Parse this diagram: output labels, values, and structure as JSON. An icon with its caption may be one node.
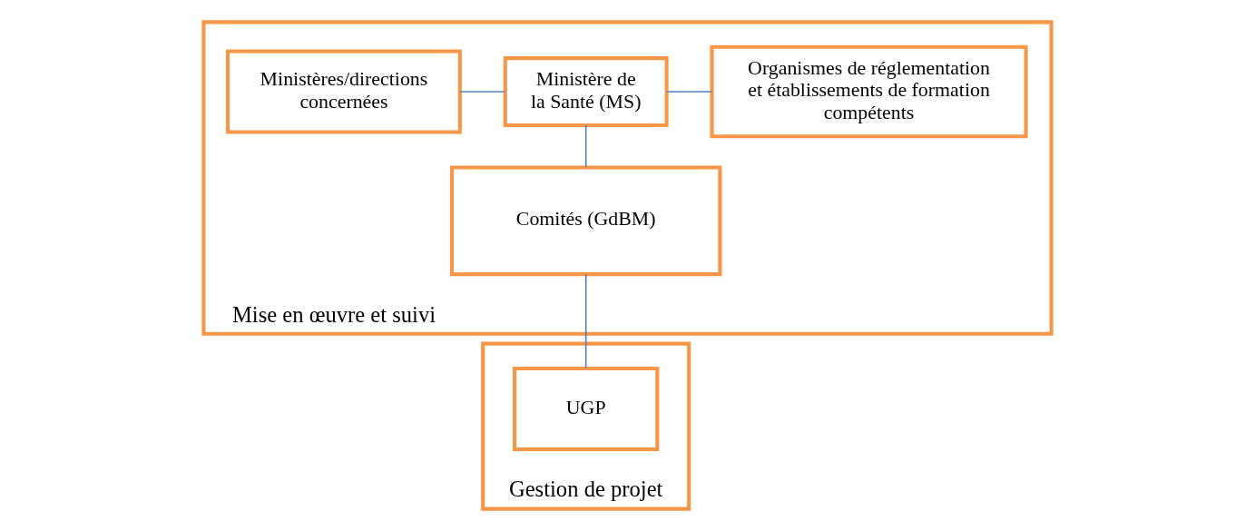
{
  "diagram": {
    "nodes": [
      {
        "text": [
          "Mise en œuvre et suivi"
        ]
      },
      {
        "text": [
          "Ministères/directions concernées"
        ],
        "in": 0
      },
      {
        "text": [
          "Ministère de la Santé (MS)"
        ],
        "in": 0
      },
      {
        "text": [
          "Organismes de réglementation et établissements de formation compétents"
        ],
        "in": 0
      },
      {
        "text": [
          "Comités (GdBM)"
        ],
        "in": 0
      },
      {
        "text": [
          "Gestion de projet"
        ]
      },
      {
        "text": [
          "UGP"
        ],
        "in": 5
      }
    ],
    "edges": [
      {
        "from": 1,
        "to": 2,
        "arrow": "none"
      },
      {
        "from": 2,
        "to": 3,
        "arrow": "none"
      },
      {
        "from": 2,
        "to": 4,
        "arrow": "none"
      },
      {
        "from": 4,
        "to": 6,
        "arrow": "none"
      }
    ]
  }
}
